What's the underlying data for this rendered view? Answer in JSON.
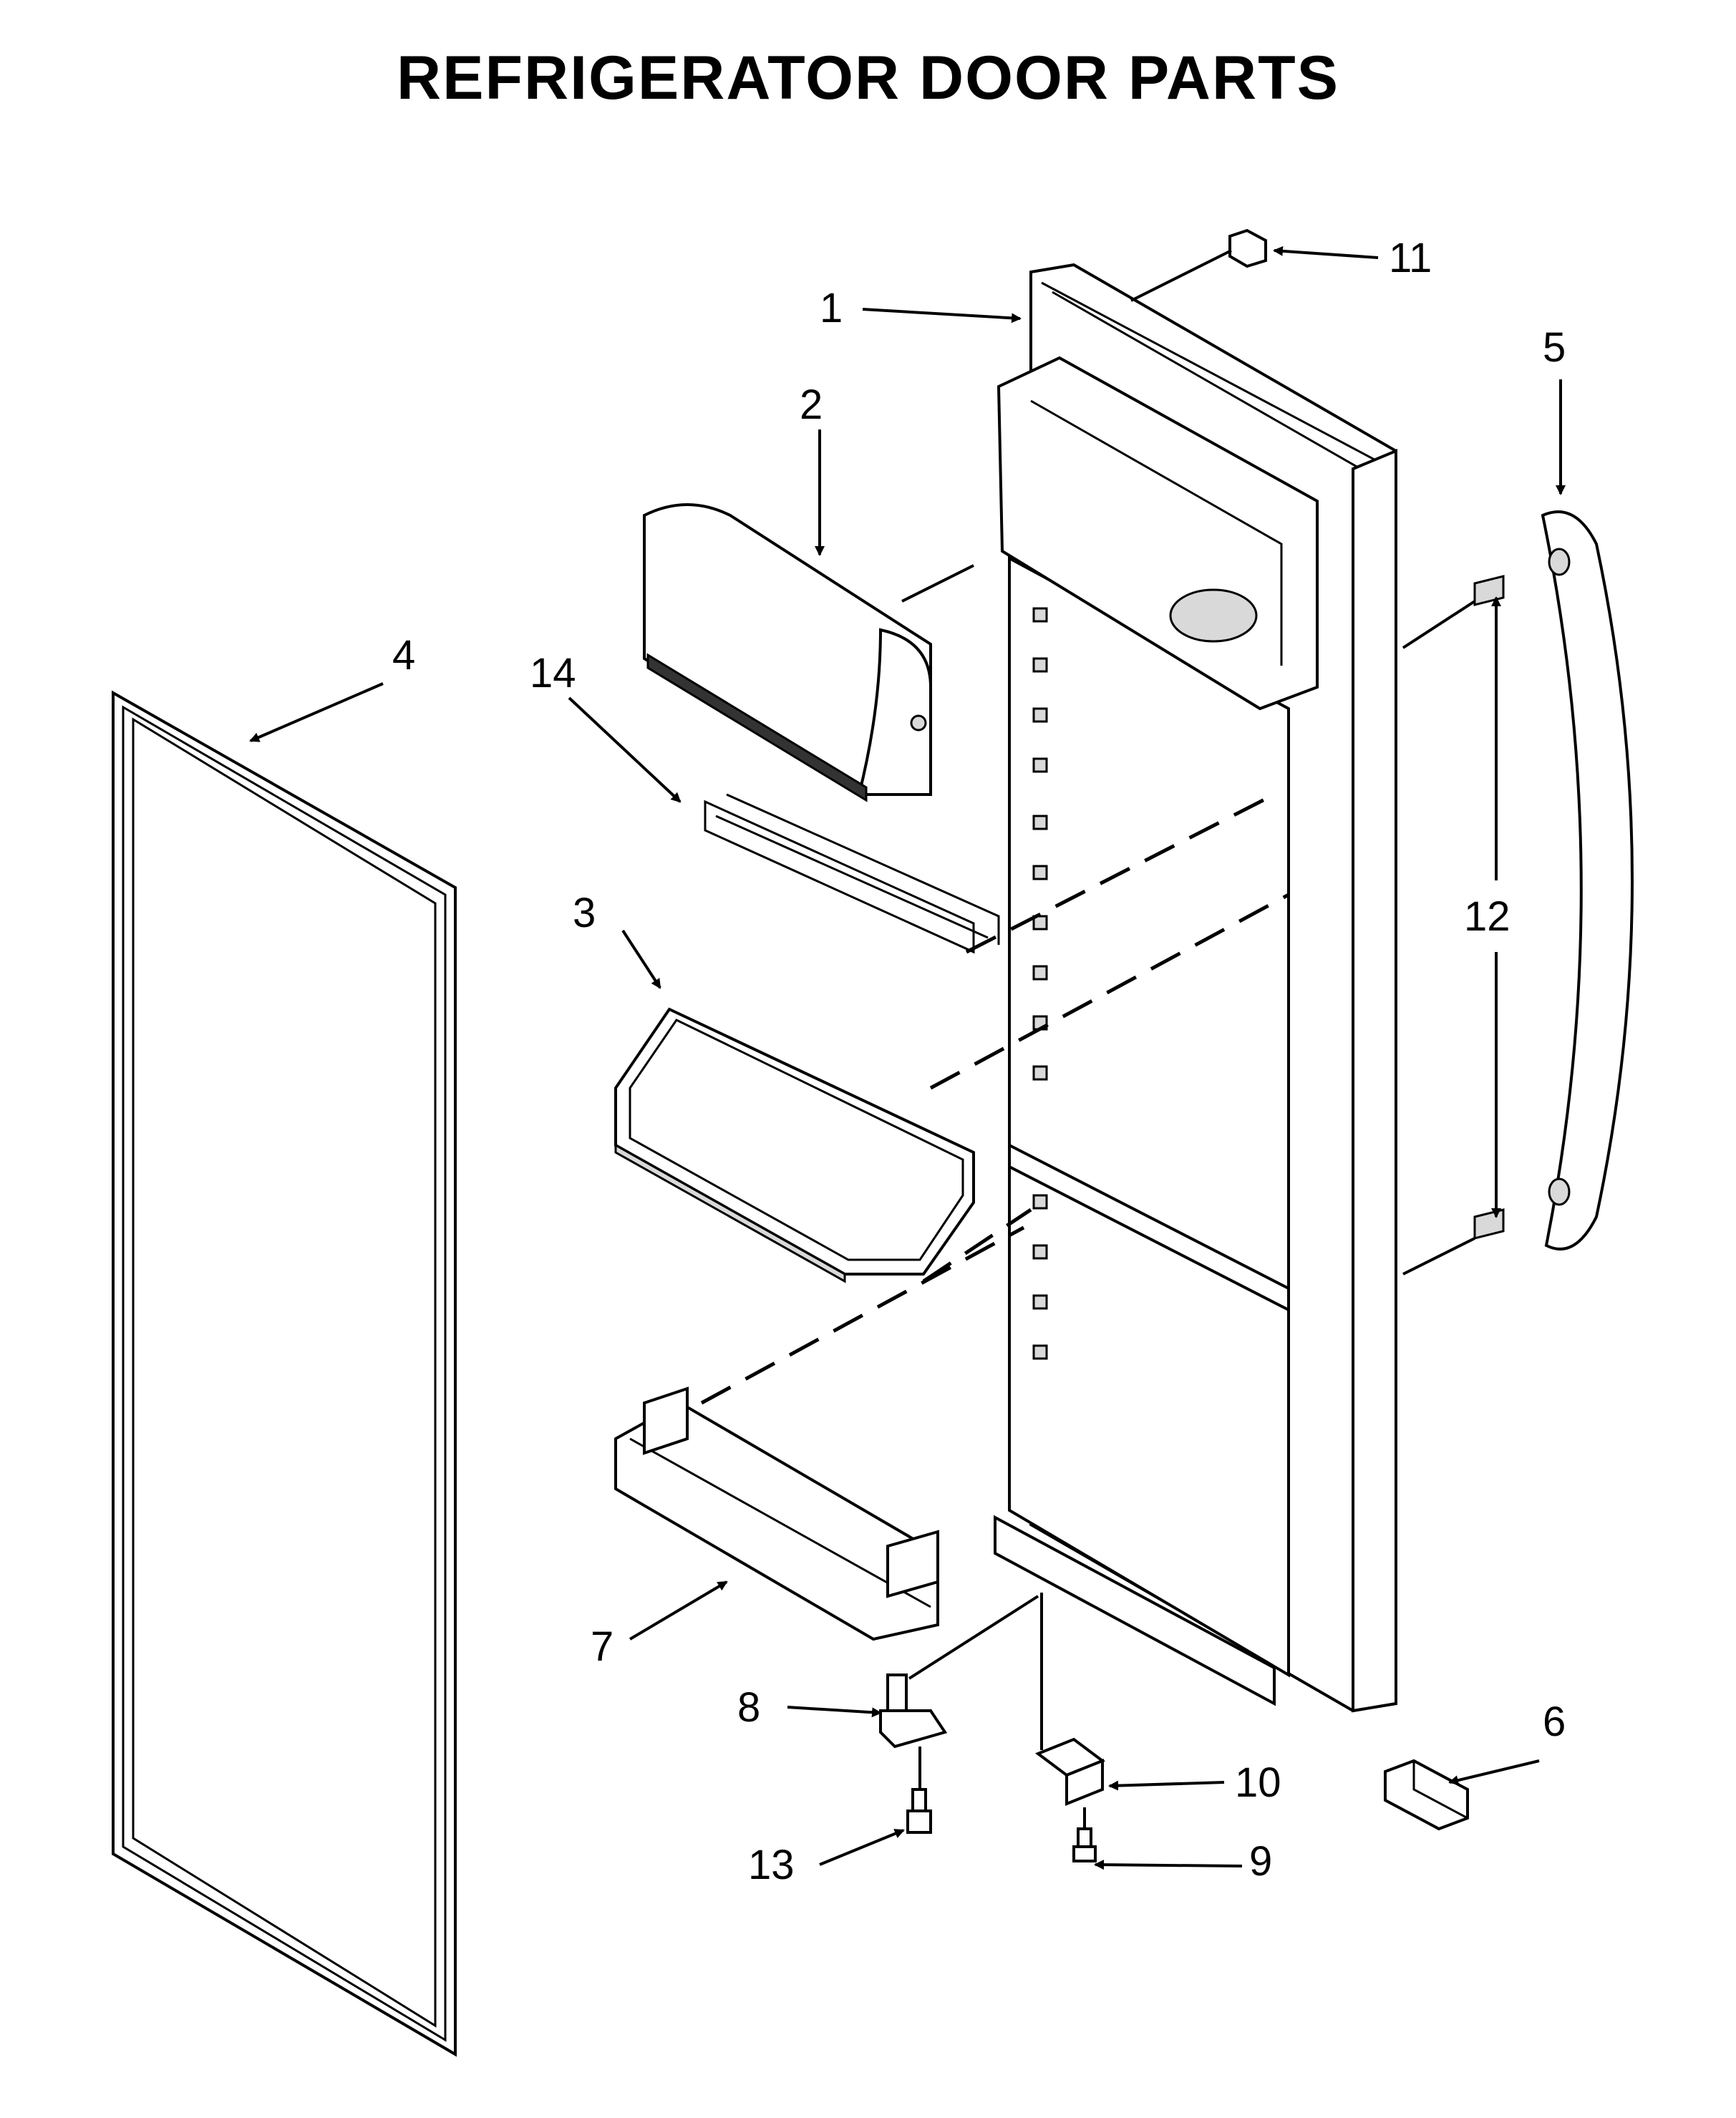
{
  "title": "REFRIGERATOR DOOR PARTS",
  "callouts": [
    "1",
    "2",
    "3",
    "4",
    "5",
    "6",
    "7",
    "8",
    "9",
    "10",
    "11",
    "12",
    "13",
    "14"
  ]
}
